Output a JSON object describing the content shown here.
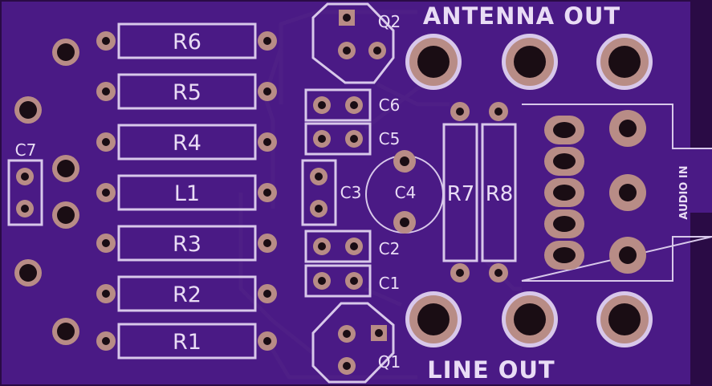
{
  "board": {
    "colors": {
      "substrate": "#4a1a85",
      "edge": "#2a0b45",
      "silkscreen": "#d8c8ea",
      "copper_pad": "#b88c86",
      "hole": "#1a0d14",
      "trace": "#4e1f86"
    }
  },
  "labels": {
    "antenna_out": "ANTENNA OUT",
    "line_out": "LINE OUT",
    "audio_in": "AUDIO IN"
  },
  "components": {
    "resistors": [
      {
        "ref": "R6"
      },
      {
        "ref": "R5"
      },
      {
        "ref": "R4"
      },
      {
        "ref": "L1"
      },
      {
        "ref": "R3"
      },
      {
        "ref": "R2"
      },
      {
        "ref": "R1"
      }
    ],
    "vertical_resistors": [
      {
        "ref": "R7"
      },
      {
        "ref": "R8"
      }
    ],
    "capacitors": [
      {
        "ref": "C6"
      },
      {
        "ref": "C5"
      },
      {
        "ref": "C2"
      },
      {
        "ref": "C1"
      }
    ],
    "c3": "C3",
    "c4": "C4",
    "c7": "C7",
    "q1": "Q1",
    "q2": "Q2"
  }
}
